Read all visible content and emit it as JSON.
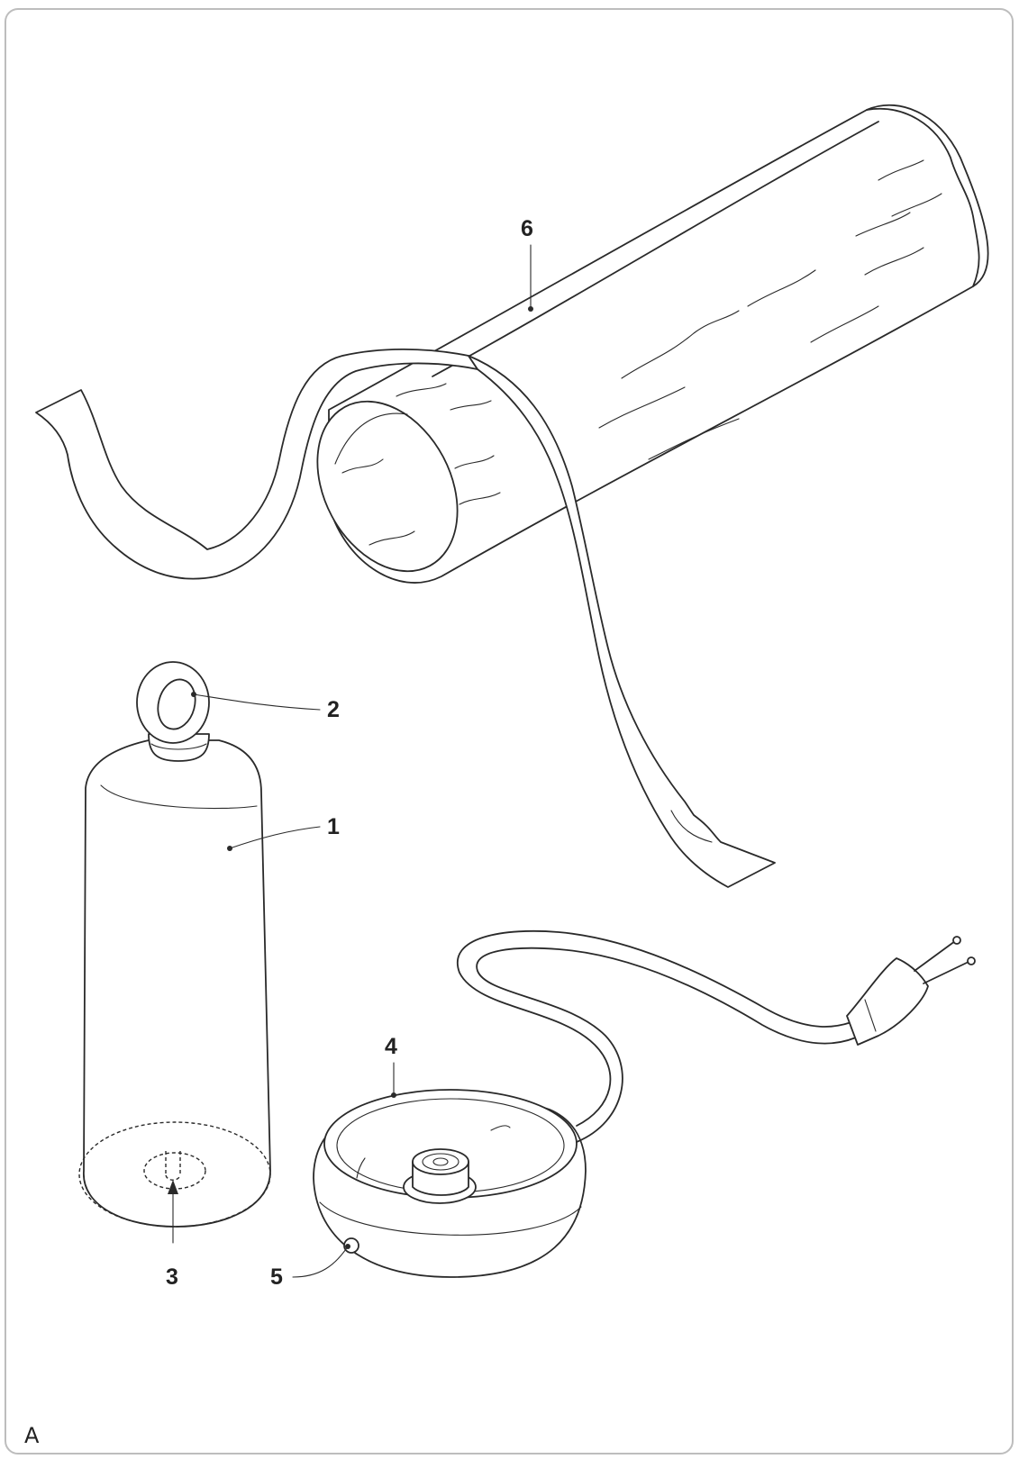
{
  "panel": {
    "letter": "A"
  },
  "callouts": [
    {
      "id": "1",
      "label": "1"
    },
    {
      "id": "2",
      "label": "2"
    },
    {
      "id": "3",
      "label": "3"
    },
    {
      "id": "4",
      "label": "4"
    },
    {
      "id": "5",
      "label": "5"
    },
    {
      "id": "6",
      "label": "6"
    }
  ],
  "colors": {
    "line": "#2a2a2a",
    "frame": "#bdbdbd",
    "background": "#ffffff"
  }
}
